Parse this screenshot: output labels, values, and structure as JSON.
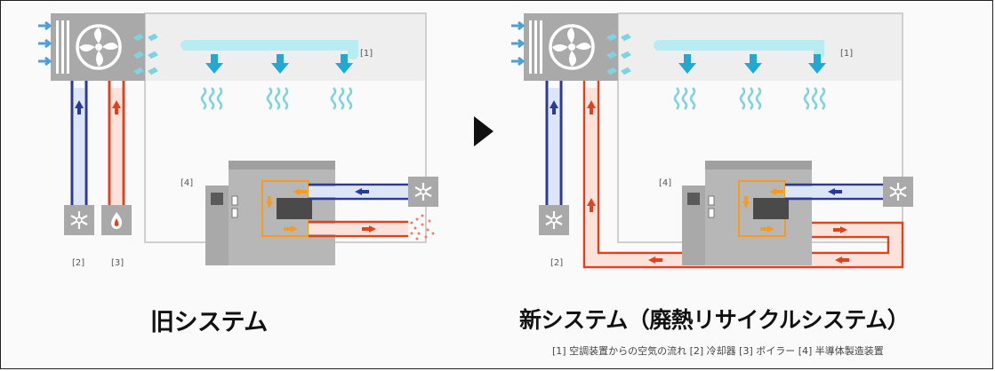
{
  "colors": {
    "cold": "#2b3a97",
    "hot": "#e2411d",
    "heat_exchanger": "#f39c20",
    "air": "#7dd3e0",
    "air_arrow": "#22a9d3",
    "panel": "#eeeeee",
    "gray_box": "#a9a9a9",
    "line": "#cfcfcf"
  },
  "old_system": {
    "title": "旧システム",
    "label_1": "[1]",
    "label_2": "[2]",
    "label_3": "[3]",
    "label_4": "[4]"
  },
  "new_system": {
    "title": "新システム（廃熱リサイクルシステム）",
    "label_1": "[1]",
    "label_2": "[2]",
    "label_4": "[4]"
  },
  "legend": "[1] 空調装置からの空気の流れ  [2] 冷却器  [3] ボイラー  [4] 半導体製造装置",
  "icons": {
    "transition": "play-arrow-icon",
    "cooler": "snowflake-icon",
    "boiler": "flame-icon",
    "fan": "fan-icon"
  }
}
